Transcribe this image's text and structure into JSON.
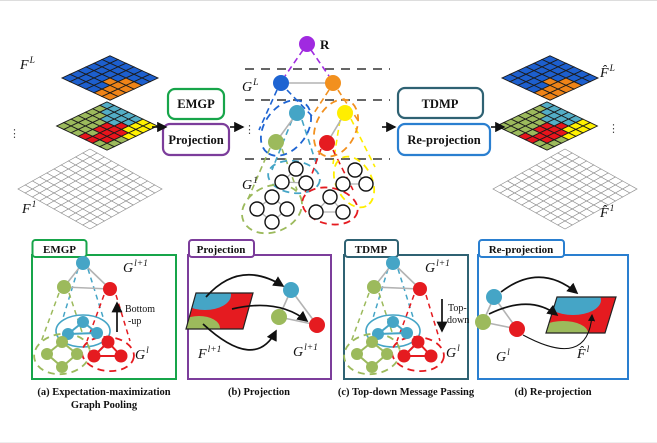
{
  "labels": {
    "f_L": {
      "base": "F",
      "sup": "L"
    },
    "f_1": {
      "base": "F",
      "sup": "1"
    },
    "f_hat_L": {
      "base": "F̂",
      "sup": "L"
    },
    "f_hat_1": {
      "base": "F̂",
      "sup": "1"
    },
    "g_L": {
      "base": "G",
      "sup": "L"
    },
    "g_1": {
      "base": "G",
      "sup": "1"
    },
    "root": "R",
    "dots": "⋮"
  },
  "boxes": {
    "emgp": {
      "label": "EMGP",
      "color": "#17a54a"
    },
    "projection": {
      "label": "Projection",
      "color": "#7c3d9b"
    },
    "tdmp": {
      "label": "TDMP",
      "color": "#2f6273"
    },
    "reprojection": {
      "label": "Re-projection",
      "color": "#2a7fd0"
    }
  },
  "panels": {
    "a": {
      "tab": "EMGP",
      "border": "#17a54a",
      "caption1": "(a) Expectation-maximization",
      "caption2": "Graph Pooling",
      "g_upper": {
        "base": "G",
        "sup": "l+1"
      },
      "g_lower": {
        "base": "G",
        "sup": "l"
      },
      "arrow_label1": "Bottom",
      "arrow_label2": "-up"
    },
    "b": {
      "tab": "Projection",
      "border": "#7c3d9b",
      "caption": "(b) Projection",
      "f_label": {
        "base": "F",
        "sup": "l+1"
      },
      "g_label": {
        "base": "G",
        "sup": "l+1"
      }
    },
    "c": {
      "tab": "TDMP",
      "border": "#2f6273",
      "caption": "(c) Top-down Message Passing",
      "g_upper": {
        "base": "G",
        "sup": "l+1"
      },
      "g_lower": {
        "base": "G",
        "sup": "l"
      },
      "arrow_label1": "Top-",
      "arrow_label2": "down"
    },
    "d": {
      "tab": "Re-projection",
      "border": "#2a7fd0",
      "caption": "(d) Re-projection",
      "g_label": {
        "base": "G",
        "sup": "l"
      },
      "f_label": {
        "base": "F̂",
        "sup": "l"
      }
    }
  },
  "colors": {
    "nodes": {
      "purple": "#a02ae0",
      "blue": "#1e64d2",
      "orange": "#f2901e",
      "cyan": "#45a5c6",
      "green": "#9cba5c",
      "yellow": "#ffee00",
      "red": "#e51b20"
    },
    "gray_edge": "#b3b3b3",
    "arrow": "#111111",
    "separator": "#333333"
  },
  "grids": {
    "cell_colors": {
      "B": "#1d5fce",
      "O": "#ef8418",
      "C": "#53aec6",
      "G": "#9cba5c",
      "Y": "#fff100",
      "R": "#e8141b",
      "W": "#ffffff"
    },
    "top": [
      "BBBBBB",
      "BBBBBB",
      "BBBBOO",
      "BBBOOO",
      "BBBBOO",
      "BBBBOO"
    ],
    "mid": [
      "CCCCCYY",
      "GCCCCYY",
      "GGCCRYY",
      "GGGRRRY",
      "GGGRRRG",
      "GGGGRRG",
      "GGGRRGG"
    ],
    "bottom_n": 10
  }
}
